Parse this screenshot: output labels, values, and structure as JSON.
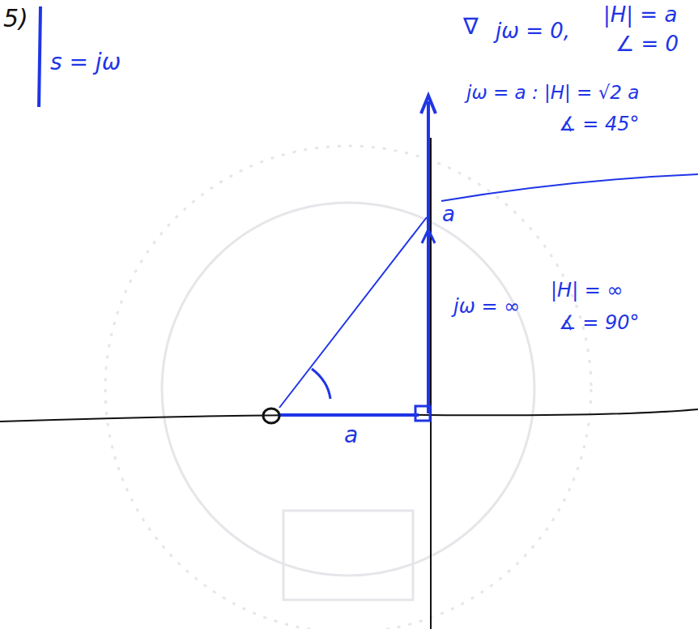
{
  "diagram": {
    "labels": [
      "5)",
      "s = jω",
      "∇",
      "jω = 0,",
      "|H| = a",
      "∠ = 0",
      "jω = a : |H| = √2 a",
      "∡ = 45°",
      "a",
      "jω = ∞",
      "|H| = ∞",
      "∡ = 90°",
      "a"
    ]
  }
}
